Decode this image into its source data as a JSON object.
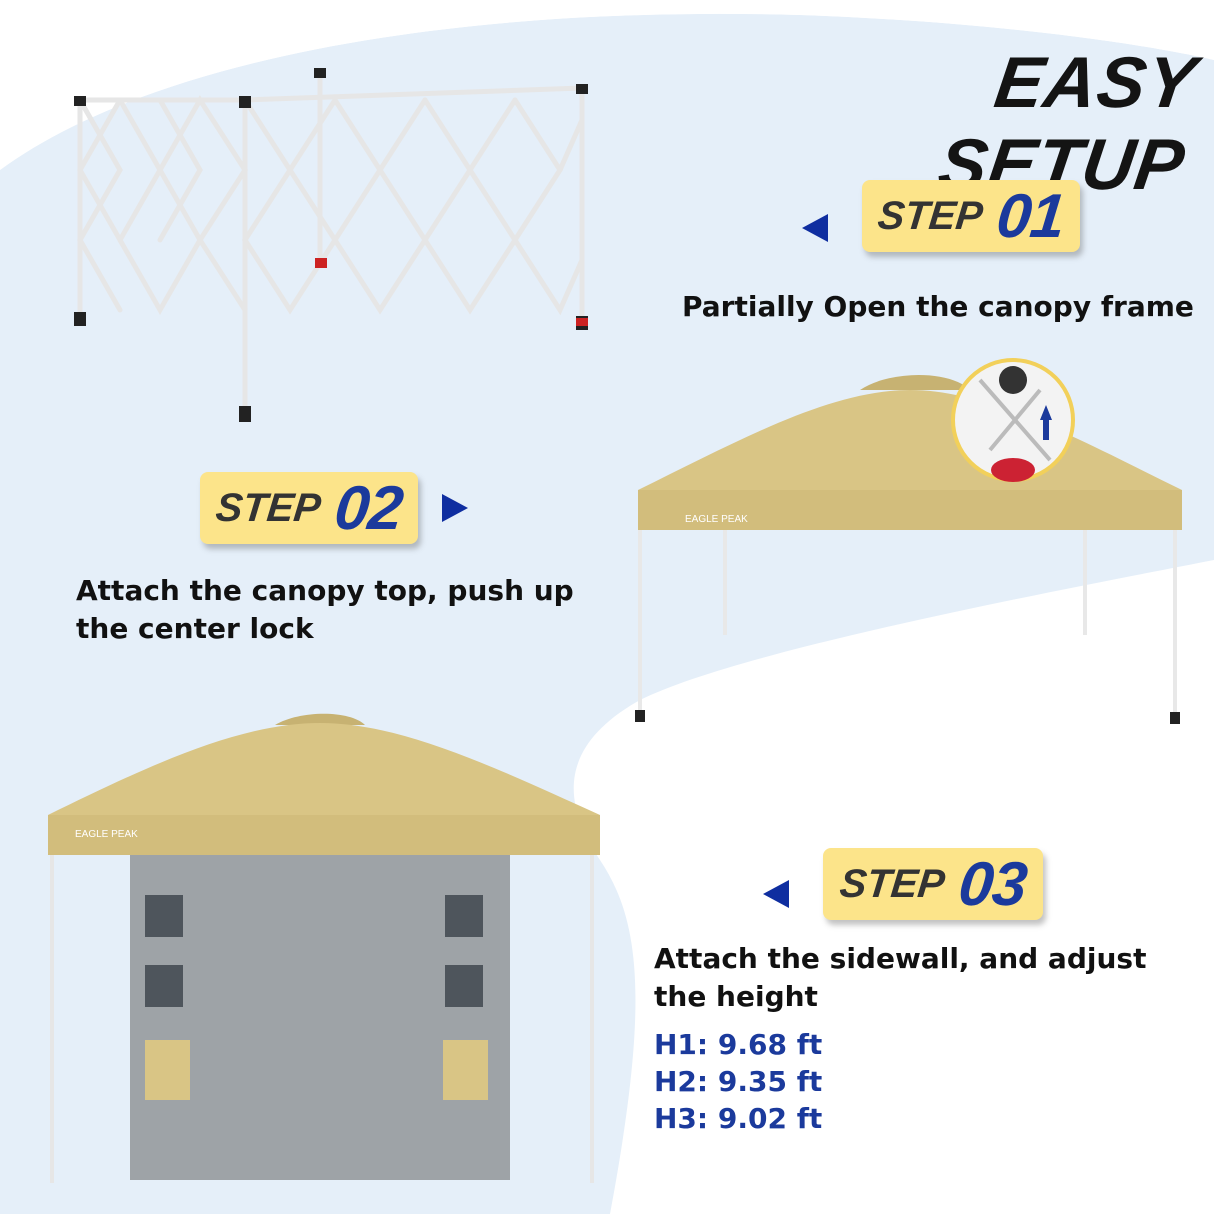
{
  "title": "EASY SETUP",
  "steps": [
    {
      "word": "STEP",
      "number": "01",
      "description": "Partially Open the canopy frame"
    },
    {
      "word": "STEP",
      "number": "02",
      "description_line1": "Attach the canopy top, push up",
      "description_line2": "the center lock"
    },
    {
      "word": "STEP",
      "number": "03",
      "description_line1": "Attach the sidewall, and adjust",
      "description_line2": "the height"
    }
  ],
  "heights": [
    {
      "label": "H1:",
      "value": "9.68 ft"
    },
    {
      "label": "H2:",
      "value": "9.35 ft"
    },
    {
      "label": "H3:",
      "value": "9.02 ft"
    }
  ],
  "brand_logo": "EAGLE PEAK",
  "colors": {
    "badge": "#fce48a",
    "step_number": "#1b3a9c",
    "arrow": "#0f2ea0",
    "canopy": "#d9c585",
    "background_wave": "#e6f0fa",
    "sidewall": "#9ea3a7"
  },
  "icons": [
    "arrow-left-icon",
    "arrow-right-icon",
    "center-lock-inset"
  ]
}
